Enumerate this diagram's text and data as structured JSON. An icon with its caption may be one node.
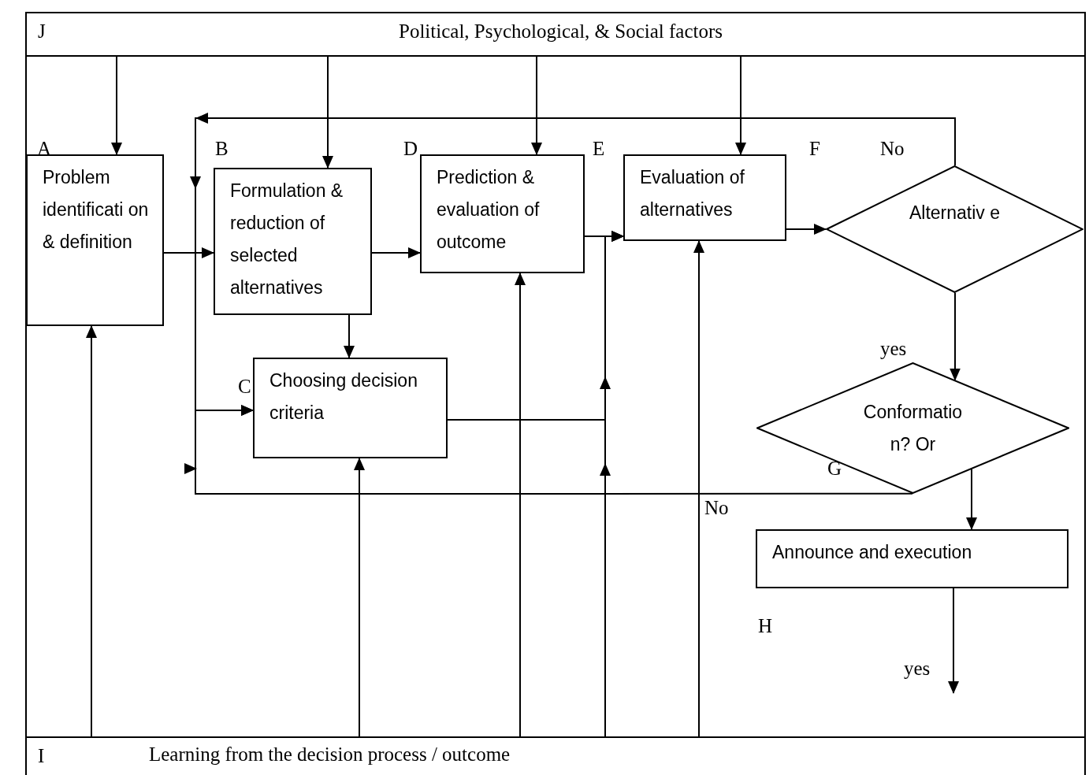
{
  "diagram": {
    "nodes": [
      {
        "text": [
          "J",
          "Political, Psychological, & Social factors"
        ]
      },
      {
        "text": [
          "Problem identificati on & definition"
        ],
        "beside": [
          "A"
        ]
      },
      {
        "text": [
          "Formulation & reduction of selected alternatives"
        ],
        "beside": [
          "B"
        ]
      },
      {
        "text": [
          "Prediction & evaluation of outcome"
        ],
        "beside": [
          "D"
        ]
      },
      {
        "text": [
          "Evaluation of alternatives"
        ],
        "beside": [
          "E"
        ]
      },
      {
        "text": [
          "Alternativ e"
        ],
        "beside": [
          "F"
        ]
      },
      {
        "text": [
          "Choosing decision criteria"
        ],
        "beside": [
          "C"
        ]
      },
      {
        "text": [
          "Conformatio n? Or"
        ],
        "beside": [
          "G"
        ]
      },
      {
        "text": [
          "Announce and execution"
        ],
        "beside": [
          "H"
        ]
      },
      {
        "text": [
          "I",
          "Learning from the decision process / outcome"
        ]
      }
    ],
    "edges": [
      {
        "from": 0,
        "to": 1,
        "arrow": "to"
      },
      {
        "from": 0,
        "to": 2,
        "arrow": "to"
      },
      {
        "from": 0,
        "to": 3,
        "arrow": "to"
      },
      {
        "from": 0,
        "to": 4,
        "arrow": "to"
      },
      {
        "from": 1,
        "to": 2,
        "arrow": "to"
      },
      {
        "from": 2,
        "to": 3,
        "arrow": "to"
      },
      {
        "from": 3,
        "to": 4,
        "arrow": "to"
      },
      {
        "from": 2,
        "to": 6,
        "arrow": "to"
      },
      {
        "from": 4,
        "to": 5,
        "arrow": "to"
      },
      {
        "from": 5,
        "to": 6,
        "arrow": "to",
        "label": "No"
      },
      {
        "from": 5,
        "to": 7,
        "arrow": "to",
        "label": "yes"
      },
      {
        "from": 6,
        "to": 4,
        "arrow": "to"
      },
      {
        "from": 7,
        "to": 6,
        "arrow": "to",
        "label": "No"
      },
      {
        "from": 7,
        "to": 8,
        "arrow": "to"
      },
      {
        "from": 8,
        "to": null,
        "arrow": "to",
        "label": "yes"
      },
      {
        "from": 9,
        "to": 1,
        "arrow": "to"
      },
      {
        "from": 9,
        "to": 6,
        "arrow": "to"
      },
      {
        "from": 9,
        "to": 3,
        "arrow": "to"
      },
      {
        "from": 9,
        "to": 4,
        "arrow": "to"
      },
      {
        "from": 9,
        "to": 4,
        "arrow": "to"
      }
    ]
  }
}
